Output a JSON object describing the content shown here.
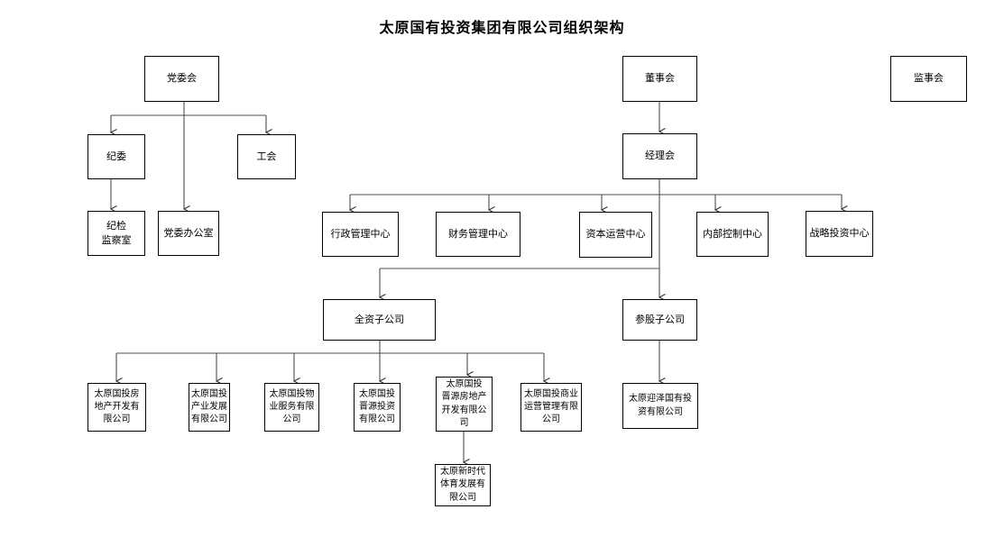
{
  "title": "太原国有投资集团有限公司组织架构",
  "colors": {
    "background": "#ffffff",
    "box_border": "#000000",
    "connector_line": "#4d4d4d",
    "arrowhead": "#333333",
    "text": "#000000"
  },
  "nodes": {
    "party_committee": {
      "label": "党委会"
    },
    "board_of_directors": {
      "label": "董事会"
    },
    "board_of_supervisors": {
      "label": "监事会"
    },
    "discipline_committee": {
      "label": "纪委"
    },
    "labor_union": {
      "label": "工会"
    },
    "discipline_inspection_office": {
      "label": "纪检\n监察室"
    },
    "party_committee_office": {
      "label": "党委办公室"
    },
    "managers_meeting": {
      "label": "经理会"
    },
    "admin_center": {
      "label": "行政管理中心"
    },
    "finance_center": {
      "label": "财务管理中心"
    },
    "capital_operation_center": {
      "label": "资本运营中心"
    },
    "internal_control_center": {
      "label": "内部控制中心"
    },
    "strategic_investment_center": {
      "label": "战略投资中心"
    },
    "wholly_owned_subsidiaries": {
      "label": "全资子公司"
    },
    "equity_subsidiaries": {
      "label": "参股子公司"
    },
    "real_estate_co": {
      "label": "太原国投房\n地产开发有\n限公司"
    },
    "industry_dev_co": {
      "label": "太原国投\n产业发展\n有限公司"
    },
    "property_service_co": {
      "label": "太原国投物\n业服务有限\n公司"
    },
    "jinyuan_investment_co": {
      "label": "太原国投\n晋源投资\n有限公司"
    },
    "jinyuan_real_estate_co": {
      "label": "太原国投\n晋源房地产\n开发有限公\n司"
    },
    "commercial_operation_co": {
      "label": "太原国投商业\n运营管理有限\n公司"
    },
    "new_era_sports_co": {
      "label": "太原新时代\n体育发展有\n限公司"
    },
    "yingze_investment_co": {
      "label": "太原迎泽国有投\n资有限公司"
    }
  }
}
